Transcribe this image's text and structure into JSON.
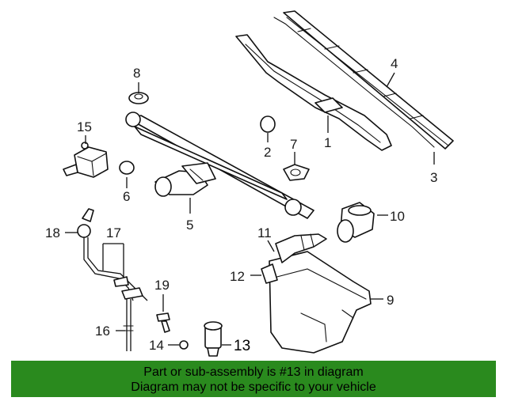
{
  "callouts": {
    "c1": "1",
    "c2": "2",
    "c3": "3",
    "c4": "4",
    "c5": "5",
    "c6": "6",
    "c7": "7",
    "c8": "8",
    "c9": "9",
    "c10": "10",
    "c11": "11",
    "c12": "12",
    "c13": "13",
    "c14": "14",
    "c15": "15",
    "c16": "16",
    "c17": "17",
    "c18": "18",
    "c19": "19"
  },
  "highlighted_part": "13",
  "banner": {
    "line1": "Part or sub-assembly is #13 in diagram",
    "line2": "Diagram may not be specific to your vehicle",
    "color": "#2a8a1e"
  }
}
